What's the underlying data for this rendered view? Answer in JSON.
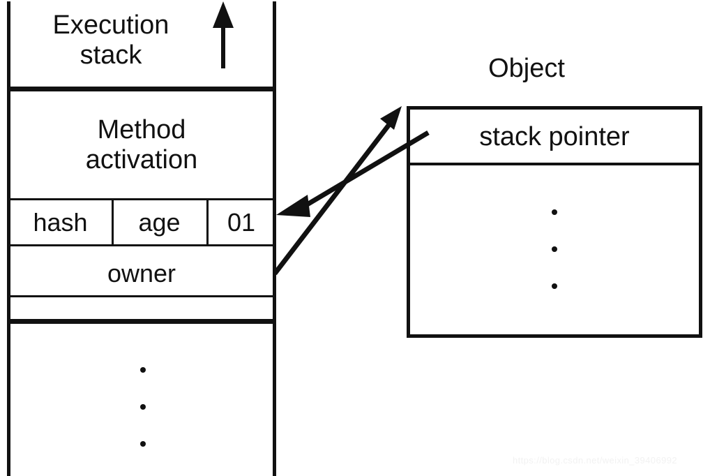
{
  "diagram": {
    "title": "Execution stack and Object reference diagram",
    "background_color": "#ffffff",
    "line_color": "#111111"
  },
  "stack": {
    "title": "Execution\nstack",
    "growth_arrow_icon": "up-arrow-icon",
    "rows": [
      {
        "name": "method-activation",
        "label": "Method\nactivation"
      },
      {
        "name": "header-word",
        "cells": [
          {
            "name": "hash",
            "label": "hash"
          },
          {
            "name": "age",
            "label": "age"
          },
          {
            "name": "flag",
            "label": "01"
          }
        ]
      },
      {
        "name": "owner",
        "label": "owner"
      },
      {
        "name": "blank",
        "label": ""
      },
      {
        "name": "remainder",
        "label": ""
      }
    ],
    "continuation_dots": 3
  },
  "object": {
    "title": "Object",
    "rows": [
      {
        "name": "stack-pointer",
        "label": "stack pointer"
      },
      {
        "name": "object-body",
        "label": ""
      }
    ],
    "continuation_dots": 3
  },
  "arrows": [
    {
      "name": "owner-to-object",
      "from": "stack.owner",
      "to": "object.top-left",
      "direction": "up-right",
      "head": "arrowhead-up-right"
    },
    {
      "name": "stack-pointer-to-flag",
      "from": "object.stack-pointer",
      "to": "stack.flag",
      "direction": "down-left",
      "head": "arrowhead-down-left"
    },
    {
      "name": "stack-growth",
      "from": "stack.header-bottom",
      "to": "stack.header-top",
      "direction": "up",
      "head": "arrowhead-up"
    }
  ],
  "watermark": {
    "text": "https://blog.csdn.net/weixin_39406992"
  }
}
